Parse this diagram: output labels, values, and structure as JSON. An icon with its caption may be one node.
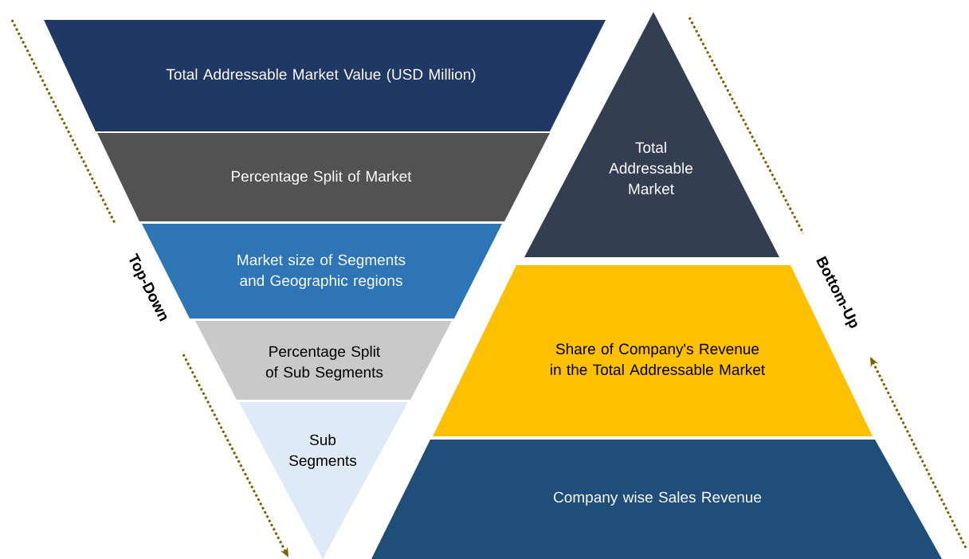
{
  "diagram": {
    "nodes": [
      {
        "text": [
          "Total Addressable Market Value (USD Million)"
        ]
      },
      {
        "text": [
          "Percentage Split of Market"
        ]
      },
      {
        "text": [
          "Market size of Segments and Geographic regions"
        ]
      },
      {
        "text": [
          "Percentage Split of Sub Segments"
        ]
      },
      {
        "text": [
          "Sub Segments"
        ]
      },
      {
        "text": [
          "Total Addressable Market"
        ]
      },
      {
        "text": [
          "Share of Company's Revenue in the Total Addressable Market"
        ]
      },
      {
        "text": [
          "Company wise Sales Revenue"
        ]
      }
    ],
    "labels": [
      "Top-Down",
      "Bottom-Up"
    ]
  }
}
